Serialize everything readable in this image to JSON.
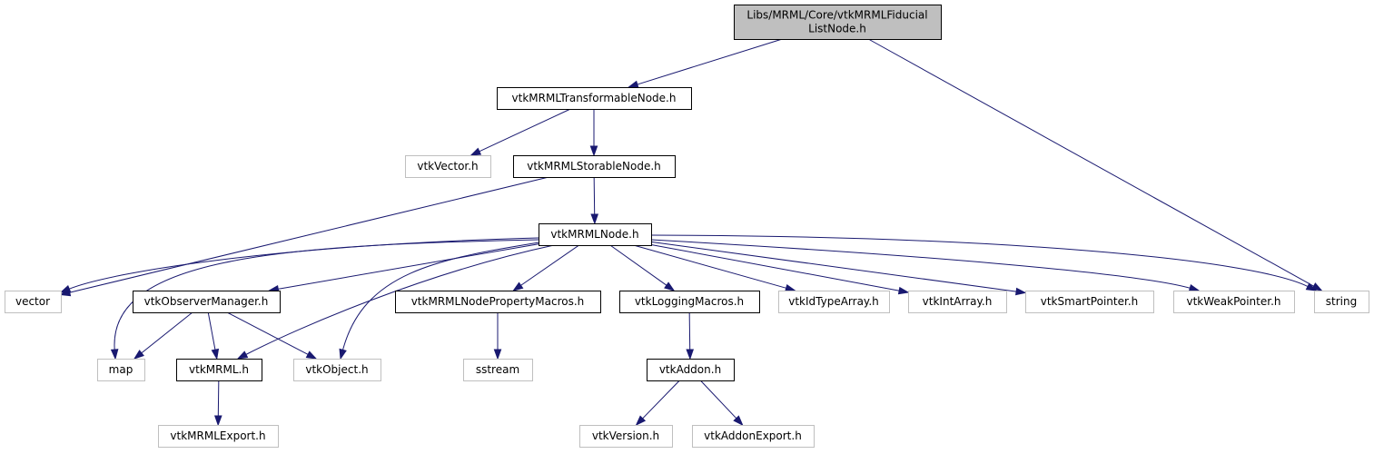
{
  "colors": {
    "edge": "#191970",
    "root_fill": "#bfbfbf",
    "node_border": "#000000",
    "external_border": "#bfbfbf",
    "background": "#ffffff"
  },
  "nodes": {
    "root": {
      "lines": [
        "Libs/MRML/Core/vtkMRMLFiducial",
        "ListNode.h"
      ],
      "kind": "root"
    },
    "transformable": {
      "lines": [
        "vtkMRMLTransformableNode.h"
      ],
      "kind": "strong"
    },
    "vtkvector": {
      "lines": [
        "vtkVector.h"
      ],
      "kind": "external"
    },
    "storable": {
      "lines": [
        "vtkMRMLStorableNode.h"
      ],
      "kind": "strong"
    },
    "mrmlnode": {
      "lines": [
        "vtkMRMLNode.h"
      ],
      "kind": "strong"
    },
    "vector": {
      "lines": [
        "vector"
      ],
      "kind": "external"
    },
    "observer": {
      "lines": [
        "vtkObserverManager.h"
      ],
      "kind": "strong"
    },
    "propmacros": {
      "lines": [
        "vtkMRMLNodePropertyMacros.h"
      ],
      "kind": "strong"
    },
    "logging": {
      "lines": [
        "vtkLoggingMacros.h"
      ],
      "kind": "strong"
    },
    "idtype": {
      "lines": [
        "vtkIdTypeArray.h"
      ],
      "kind": "external"
    },
    "intarray": {
      "lines": [
        "vtkIntArray.h"
      ],
      "kind": "external"
    },
    "smartptr": {
      "lines": [
        "vtkSmartPointer.h"
      ],
      "kind": "external"
    },
    "weakptr": {
      "lines": [
        "vtkWeakPointer.h"
      ],
      "kind": "external"
    },
    "string": {
      "lines": [
        "string"
      ],
      "kind": "external"
    },
    "map": {
      "lines": [
        "map"
      ],
      "kind": "external"
    },
    "vtkmrml": {
      "lines": [
        "vtkMRML.h"
      ],
      "kind": "strong"
    },
    "vtkobject": {
      "lines": [
        "vtkObject.h"
      ],
      "kind": "external"
    },
    "sstream": {
      "lines": [
        "sstream"
      ],
      "kind": "external"
    },
    "addon": {
      "lines": [
        "vtkAddon.h"
      ],
      "kind": "strong"
    },
    "mrmlexport": {
      "lines": [
        "vtkMRMLExport.h"
      ],
      "kind": "external"
    },
    "version": {
      "lines": [
        "vtkVersion.h"
      ],
      "kind": "external"
    },
    "addonexport": {
      "lines": [
        "vtkAddonExport.h"
      ],
      "kind": "external"
    }
  },
  "edges": [
    [
      "root",
      "transformable"
    ],
    [
      "root",
      "string"
    ],
    [
      "transformable",
      "vtkvector"
    ],
    [
      "transformable",
      "storable"
    ],
    [
      "storable",
      "vector"
    ],
    [
      "storable",
      "mrmlnode"
    ],
    [
      "mrmlnode",
      "vector"
    ],
    [
      "mrmlnode",
      "map"
    ],
    [
      "mrmlnode",
      "observer"
    ],
    [
      "mrmlnode",
      "vtkmrml"
    ],
    [
      "mrmlnode",
      "vtkobject"
    ],
    [
      "mrmlnode",
      "propmacros"
    ],
    [
      "mrmlnode",
      "logging"
    ],
    [
      "mrmlnode",
      "idtype"
    ],
    [
      "mrmlnode",
      "intarray"
    ],
    [
      "mrmlnode",
      "smartptr"
    ],
    [
      "mrmlnode",
      "weakptr"
    ],
    [
      "mrmlnode",
      "string"
    ],
    [
      "observer",
      "map"
    ],
    [
      "observer",
      "vtkmrml"
    ],
    [
      "observer",
      "vtkobject"
    ],
    [
      "propmacros",
      "sstream"
    ],
    [
      "logging",
      "addon"
    ],
    [
      "vtkmrml",
      "mrmlexport"
    ],
    [
      "addon",
      "version"
    ],
    [
      "addon",
      "addonexport"
    ]
  ]
}
